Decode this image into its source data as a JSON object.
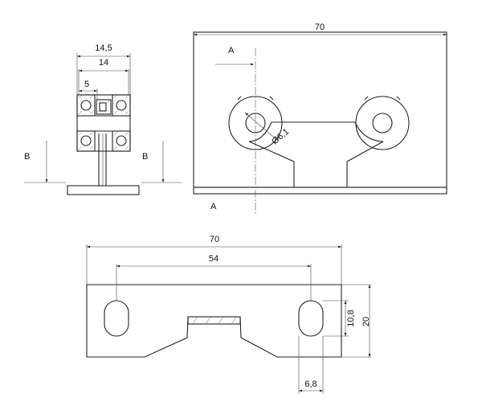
{
  "side_view": {
    "dim_outer_width": "14,5",
    "dim_inner_width": "14",
    "dim_hub": "5",
    "section_left": "B",
    "section_right": "B"
  },
  "front_view": {
    "dim_length": "70",
    "section_top": "A",
    "section_bottom": "A",
    "dim_bore": "Ø6,1"
  },
  "plan_view": {
    "dim_length": "70",
    "dim_hole_spacing": "54",
    "dim_slot_length": "10,8",
    "dim_height": "20",
    "dim_slot_width": "6,8"
  }
}
